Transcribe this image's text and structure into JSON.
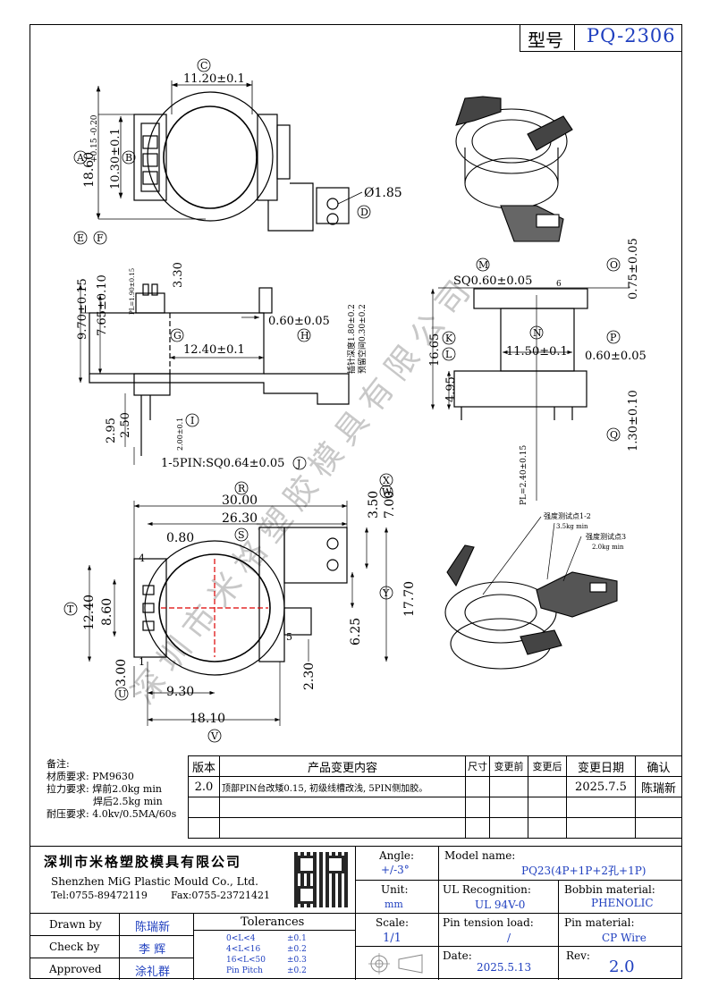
{
  "header": {
    "model_label": "型号",
    "model_value": "PQ-2306"
  },
  "watermark": "深圳市米格塑胶模具有限公司",
  "dims": {
    "C": "11.20±0.1",
    "A_tol": "+0.15 -0.20",
    "A": "18.60",
    "B": "10.30±0.1",
    "D": "Ø1.85",
    "E": "9.70±0.15",
    "F": "7.65±0.10",
    "PL": "PL=1.90±0.15",
    "h330": "3.30",
    "H": "0.60±0.05",
    "G": "12.40±0.1",
    "pin_depth": "插针深度1.80±0.2",
    "reserve": "预留空间0.30±0.2",
    "d295": "2.95",
    "d250": "2.50",
    "I": "2.00±0.1",
    "J": "1-5PIN:SQ0.64±0.05",
    "M": "SQ0.60±0.05",
    "six": "6",
    "O": "0.75±0.05",
    "K": "16.65",
    "N": "11.50±0.1",
    "P": "0.60±0.05",
    "L": "4.95",
    "Q": "1.30±0.10",
    "PL2": "PL=2.40±0.15",
    "R": "30.00",
    "S": "26.30",
    "X": "3.50",
    "W": "7.00",
    "d080": "0.80",
    "T": "12.40",
    "d860": "8.60",
    "Y": "17.70",
    "d625": "6.25",
    "U": "3.00",
    "d230": "2.30",
    "d930": "9.30",
    "V": "18.10",
    "pin4": "4",
    "pin1": "1",
    "pin5": "5",
    "test12": "强度测试点1-2",
    "test12v": "3.5kg min",
    "test3": "强度测试点3",
    "test3v": "2.0kg min"
  },
  "notes": {
    "title": "备注:",
    "material": "材质要求: PM9630",
    "pull1": "拉力要求: 焊前2.0kg min",
    "pull2": "焊后2.5kg min",
    "voltage": "耐压要求: 4.0kv/0.5MA/60s"
  },
  "revision": {
    "headers": [
      "版本",
      "产品变更内容",
      "尺寸",
      "变更前",
      "变更后",
      "变更日期",
      "确认"
    ],
    "rows": [
      [
        "2.0",
        "顶部PIN台改矮0.15, 初级线槽改浅, 5PIN侧加胶。",
        "",
        "",
        "",
        "2025.7.5",
        "陈瑞新"
      ]
    ]
  },
  "company": {
    "cn": "深圳市米格塑胶模具有限公司",
    "en": "Shenzhen MiG Plastic Mould Co., Ltd.",
    "tel": "Tel:0755-89472119",
    "fax": "Fax:0755-23721421"
  },
  "titleblock": {
    "angle_label": "Angle:",
    "angle_value": "+/-3°",
    "unit_label": "Unit:",
    "unit_value": "mm",
    "scale_label": "Scale:",
    "scale_value": "1/1",
    "model_label": "Model name:",
    "model_value": "PQ23(4P+1P+2孔+1P)",
    "ul_label": "UL Recognition:",
    "ul_value": "UL 94V-0",
    "bobbin_label": "Bobbin material:",
    "bobbin_value": "PHENOLIC",
    "tension_label": "Pin tension load:",
    "tension_value": "/",
    "pinmat_label": "Pin material:",
    "pinmat_value": "CP Wire",
    "date_label": "Date:",
    "date_value": "2025.5.13",
    "rev_label": "Rev:",
    "rev_value": "2.0",
    "drawn_label": "Drawn by",
    "drawn_value": "陈瑞新",
    "check_label": "Check by",
    "check_value": "李 辉",
    "approved_label": "Approved",
    "approved_value": "涂礼群",
    "tol_title": "Tolerances",
    "tol": [
      {
        "range": "0<L<4",
        "val": "±0.1"
      },
      {
        "range": "4<L<16",
        "val": "±0.2"
      },
      {
        "range": "16<L<50",
        "val": "±0.3"
      },
      {
        "range": "Pin Pitch",
        "val": "±0.2"
      }
    ]
  }
}
